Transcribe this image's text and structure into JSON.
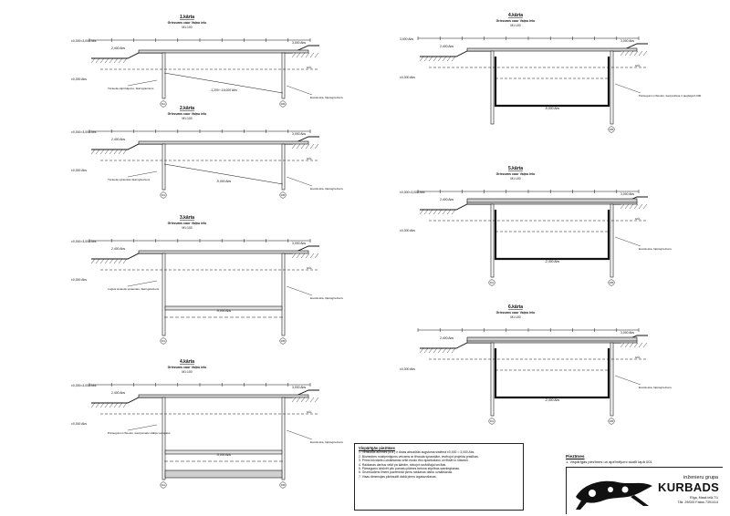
{
  "sections": [
    {
      "title": "1.kārta",
      "subtitle": "Griezums caur Vaļņu ielu",
      "scale": "M1:100",
      "labels": {
        "top": "±0,000=3,000 Abs",
        "mid": "2,400 Abs",
        "mid2": "3,000 Abs",
        "low": "±0,000 Abs",
        "exc": "-1,200÷-16,000 Abs",
        "note_left": "Tērauda stiprinājums, šķērsgrieziens",
        "note_right": "Esošā ēka, šķērsgrieziens",
        "axisA": "DA",
        "axisB": "DB"
      }
    },
    {
      "title": "2.kārta",
      "subtitle": "Griezums caur Vaļņu ielu",
      "scale": "M1:100",
      "labels": {
        "top": "±0,000=3,000 Abs",
        "mid": "2,400 Abs",
        "mid2": "3,000 Abs",
        "low": "±0,000 Abs",
        "exc": "-9,000 Abs",
        "note_left": "Tērauda sprauslas šķērsgrieziens",
        "note_right": "Esošā ēka, šķērsgrieziens",
        "axisA": "DA",
        "axisB": "DB"
      }
    },
    {
      "title": "3.kārta",
      "subtitle": "Griezums caur Vaļņu ielu",
      "scale": "M1:100",
      "labels": {
        "top": "±0,000=3,000 Abs",
        "mid": "2,400 Abs",
        "mid2": "3,000 Abs",
        "low": "±0,000 Abs",
        "exc": "-9,000 Abs",
        "note_left": "Leģēts tērauda sprauslas, šķērsgrieziens",
        "note_right": "Esošā ēka, šķērsgrieziens",
        "axisA": "DA",
        "axisB": "DB"
      }
    },
    {
      "title": "4.kārta",
      "subtitle": "Griezums caur Vaļņu ielu",
      "scale": "M1:100",
      "labels": {
        "top": "±0,000=3,000 Abs",
        "mid": "2,400 Abs",
        "mid2": "3,000 Abs",
        "low": "±0,000 Abs",
        "exc": "-9,000 Abs",
        "note_left": "Pārsegums izbūvēts, kad pamatu slābja vai spēks",
        "note_right": "Esošā ēka, šķērsgrieziens",
        "axisA": "DA",
        "axisB": "DB"
      }
    },
    {
      "title": "4.kārta",
      "subtitle": "Griezums caur Vaļņu ielu",
      "scale": "M1:100",
      "labels": {
        "top": "3,000 Abs",
        "mid": "2,400 Abs",
        "mid2": "3,000 Abs",
        "low": "±0,000 Abs",
        "exc": "-5,000 Abs",
        "note_left": "",
        "note_right": "Pārsegums izbūvēts, kad pēkšņa ir augšējā 0,000",
        "axisA": "",
        "axisB": "DB"
      }
    },
    {
      "title": "5.kārta",
      "subtitle": "Griezums caur Vaļņu ielu",
      "scale": "M1:100",
      "labels": {
        "top": "±0,000=3,000 Abs",
        "mid": "2,400 Abs",
        "mid2": "3,000 Abs",
        "low": "±0,000 Abs",
        "exc": "-2,400 Abs",
        "note_left": "",
        "note_right": "Esošā ēka, šķērsgrieziens",
        "axisA": "DA",
        "axisB": "DB"
      }
    },
    {
      "title": "6.kārta",
      "subtitle": "Griezums caur Vaļņu ielu",
      "scale": "M1:100",
      "labels": {
        "top": "",
        "mid": "2,400 Abs",
        "mid2": "3,000 Abs",
        "low": "±0,000 Abs",
        "exc": "-2,400 Abs",
        "note_left": "",
        "note_right": "Esošā ēka, šķērsgrieziens",
        "axisA": "DA",
        "axisB": "DB"
      }
    }
  ],
  "notes": {
    "title": "Vispārīgās piezīmes",
    "lines": [
      "1. Vertikālās atzīmes (a.a.) ir dotas absolūtās augstuma sistēmā ±0,000 = 3,000 Abs.",
      "2. Būvbedres nostiprinājums veicams ar tērauda sprauslām, ievērojot projekta prasības.",
      "3. Pirms būvdarbu uzsākšanas veikt esošo ēku apsekošanu un fiksēt to stāvokli.",
      "4. Rakšanas darbus veikt pa kārtām, sekojot norādītajai secībai.",
      "5. Pārsegumu izbūvēt pēc pamatu plātnes betona stiprības sasniegšanas.",
      "6. Gruntsūdens līmeni pazemināt pirms rakšanas darbu uzsākšanas.",
      "7. Visas dimensijas pārbaudīt dabā pirms izgatavošanas."
    ]
  },
  "piezimes": {
    "title": "Piezīmes",
    "line": "1. Vispārīgās piezīmes un apzīmējumi skatīt lapā 001"
  },
  "logo": {
    "small": "inženieru grupa",
    "big": "KURBADS",
    "addr1": "Rīga, Mazā ielā 7/1",
    "addr2": "Tālr. 29/000 Fakss 7391414"
  }
}
